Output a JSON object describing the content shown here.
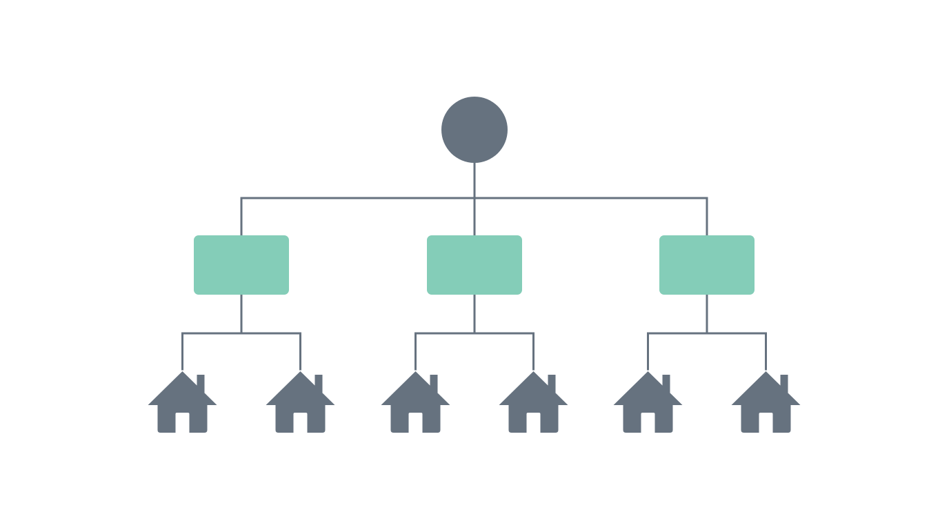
{
  "diagram": {
    "type": "hierarchy-tree",
    "colors": {
      "line": "#66727f",
      "root": "#66727f",
      "group": "#84cdb8",
      "leaf": "#66727f"
    },
    "root": {
      "icon": "circle"
    },
    "groups": [
      {
        "icon": "rounded-rectangle",
        "children": [
          "house-icon",
          "house-icon"
        ]
      },
      {
        "icon": "rounded-rectangle",
        "children": [
          "house-icon",
          "house-icon"
        ]
      },
      {
        "icon": "rounded-rectangle",
        "children": [
          "house-icon",
          "house-icon"
        ]
      }
    ]
  }
}
